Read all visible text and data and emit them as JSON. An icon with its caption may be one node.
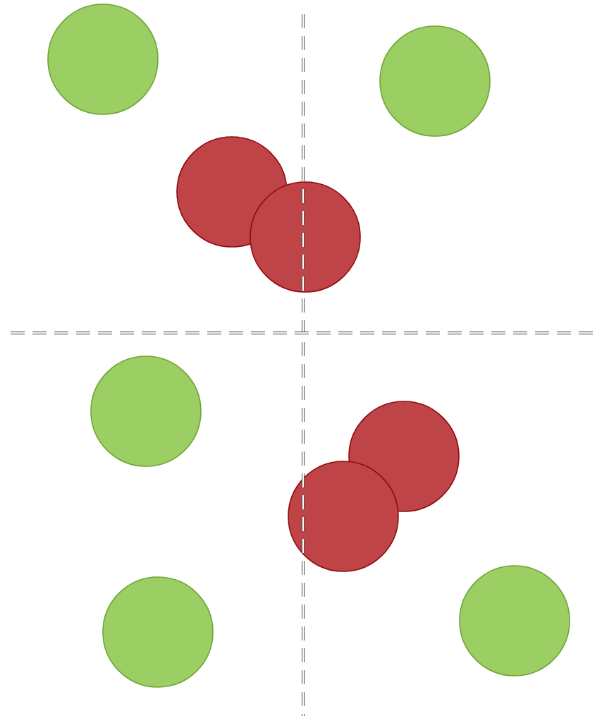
{
  "diagram": {
    "nodes": [
      {
        "text": [],
        "shape": "circle"
      },
      {
        "text": [],
        "shape": "circle"
      },
      {
        "text": [],
        "shape": "circle"
      },
      {
        "text": [],
        "shape": "circle"
      },
      {
        "text": [],
        "shape": "circle"
      },
      {
        "text": [],
        "shape": "circle"
      },
      {
        "text": [],
        "shape": "circle"
      },
      {
        "text": [],
        "shape": "circle"
      },
      {
        "text": [],
        "shape": "circle"
      }
    ]
  }
}
